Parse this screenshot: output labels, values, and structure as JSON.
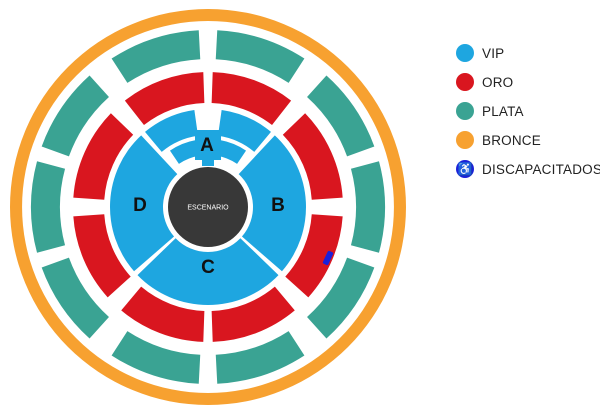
{
  "colors": {
    "vip": "#1ea6e0",
    "oro": "#d9161f",
    "plata": "#3aa393",
    "bronce": "#f7a130",
    "discapacitados": "#1b20d9",
    "stage": "#383838"
  },
  "stage": {
    "label": "ESCENARIO"
  },
  "vip_sections": [
    {
      "label": "A"
    },
    {
      "label": "B"
    },
    {
      "label": "C"
    },
    {
      "label": "D"
    }
  ],
  "legend": [
    {
      "key": "vip",
      "label": "VIP",
      "icon": ""
    },
    {
      "key": "oro",
      "label": "ORO",
      "icon": ""
    },
    {
      "key": "plata",
      "label": "PLATA",
      "icon": ""
    },
    {
      "key": "bronce",
      "label": "BRONCE",
      "icon": ""
    },
    {
      "key": "discapacitados",
      "label": "DISCAPACITADOS",
      "icon": "♿"
    }
  ]
}
